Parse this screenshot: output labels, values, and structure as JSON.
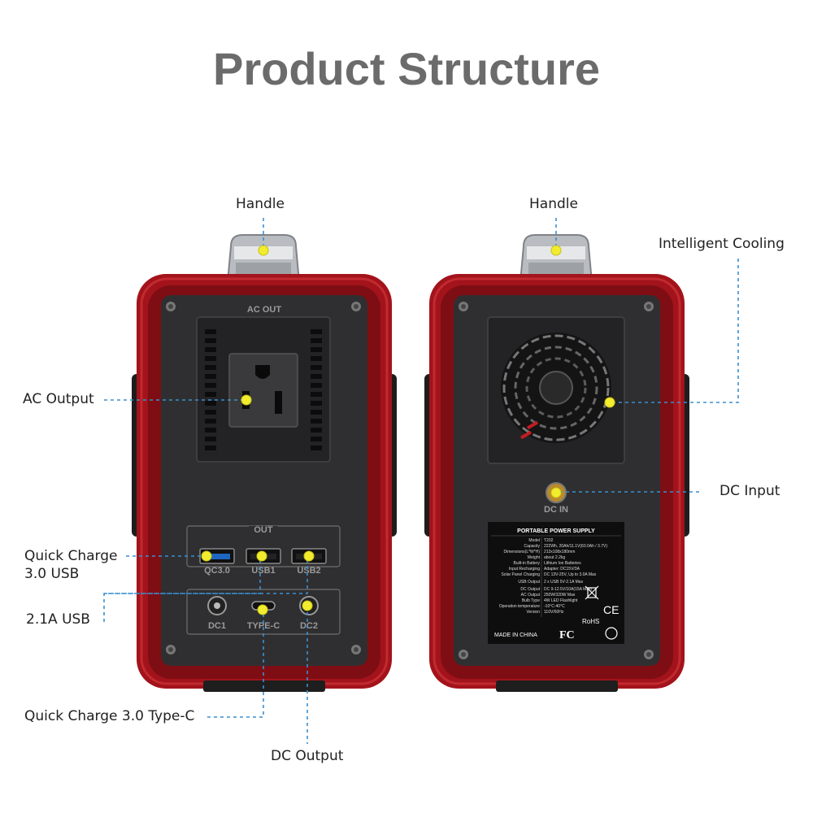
{
  "title": "Product Structure",
  "callouts": {
    "handle_left": "Handle",
    "handle_right": "Handle",
    "intelligent_cooling": "Intelligent Cooling",
    "ac_output": "AC Output",
    "dc_input": "DC Input",
    "qc_usb_line1": "Quick Charge",
    "qc_usb_line2": "3.0 USB",
    "usb_21a": "2.1A USB",
    "qc_typec": "Quick Charge 3.0 Type-C",
    "dc_output": "DC Output"
  },
  "panel_labels": {
    "ac_out": "AC OUT",
    "out": "OUT",
    "qc30": "QC3.0",
    "usb1": "USB1",
    "usb2": "USB2",
    "dc1": "DC1",
    "typec": "TYPE-C",
    "dc2": "DC2",
    "dc_in": "DC IN"
  },
  "spec_plate": {
    "heading": "PORTABLE POWER SUPPLY",
    "rows": [
      {
        "k": "Model",
        "v": "T202"
      },
      {
        "k": "Capacity",
        "v": "222Wh, 20Ah/11.1V(60.0Ah / 3.7V)"
      },
      {
        "k": "Dimensions(L*W*H)",
        "v": "213x108x180mm"
      },
      {
        "k": "Weight",
        "v": "about 2.2kg"
      },
      {
        "k": "Built-in Battery",
        "v": "Lithium Ion Batteries"
      },
      {
        "k": "Input Recharging",
        "v": "Adapter: DC15V/3A"
      },
      {
        "k": "Solar Panel Charging",
        "v": "DC 13V-25V, Up to 3.0A Max"
      },
      {
        "k": "USB Output",
        "v": "2 x USB 5V-2.1A Max"
      },
      {
        "k": "DC Output",
        "v": "DC 9-12.5V/10A(15A Max)"
      },
      {
        "k": "AC Output",
        "v": "250W/320W Max"
      },
      {
        "k": "Bulb Type",
        "v": "4W LED Flashlight"
      },
      {
        "k": "Operation temperature",
        "v": "-10°C-40°C"
      },
      {
        "k": "Version",
        "v": "110V/60Hz"
      }
    ],
    "made_in": "MADE IN CHINA",
    "fc": "FC",
    "ce": "CE",
    "rohs": "RoHS"
  },
  "colors": {
    "callout_line": "#3a8fd0",
    "marker": "#f2ec2f",
    "shell_red": "#a3131b",
    "panel_dark": "#2f2f31",
    "title_gray": "#6b6b6b"
  }
}
